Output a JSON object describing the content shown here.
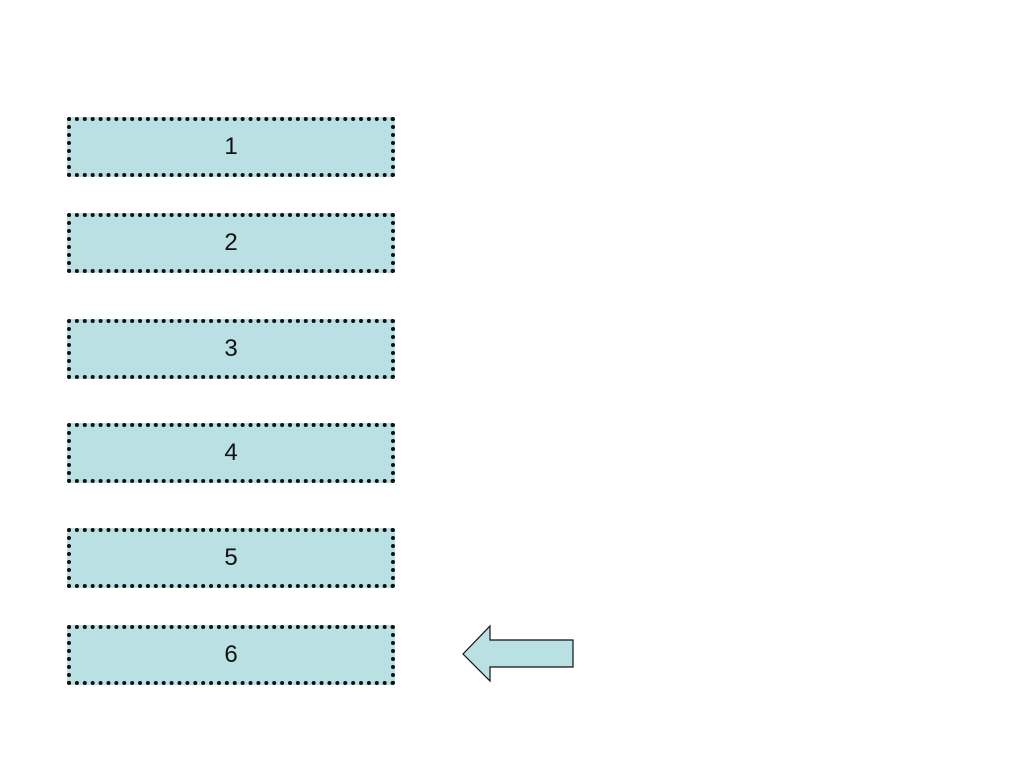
{
  "steps": [
    {
      "label": "1"
    },
    {
      "label": "2"
    },
    {
      "label": "3"
    },
    {
      "label": "4"
    },
    {
      "label": "5"
    },
    {
      "label": "6"
    }
  ],
  "current_step": "6",
  "colors": {
    "box_fill": "#b9e0e3",
    "box_border": "#111111",
    "arrow_fill": "#b9e0e3",
    "arrow_stroke": "#111111"
  },
  "icons": {
    "pointer": "left-arrow-icon"
  }
}
